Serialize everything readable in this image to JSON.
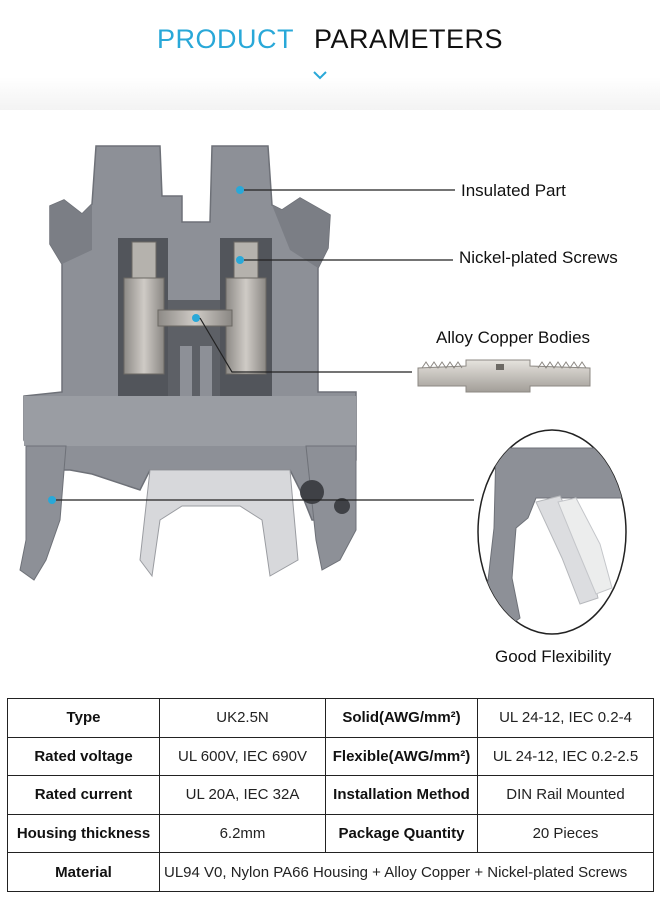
{
  "header": {
    "title_part1": "PRODUCT",
    "title_part2": "PARAMETERS",
    "chevron_icon": "chevron-down-icon",
    "accent_color": "#29a8d8"
  },
  "callouts": {
    "insulated": "Insulated Part",
    "screws": "Nickel-plated Screws",
    "alloy": "Alloy Copper Bodies",
    "flexibility": "Good Flexibility",
    "marker_color": "#29a8d8"
  },
  "specs": {
    "rows": [
      {
        "k1": "Type",
        "v1": "UK2.5N",
        "k2": "Solid(AWG/mm²)",
        "v2": "UL 24-12, IEC 0.2-4"
      },
      {
        "k1": "Rated voltage",
        "v1": "UL 600V, IEC 690V",
        "k2": "Flexible(AWG/mm²)",
        "v2": "UL 24-12, IEC 0.2-2.5"
      },
      {
        "k1": "Rated current",
        "v1": "UL 20A, IEC 32A",
        "k2": "Installation Method",
        "v2": "DIN Rail Mounted"
      },
      {
        "k1": "Housing thickness",
        "v1": "6.2mm",
        "k2": "Package Quantity",
        "v2": "20 Pieces"
      }
    ],
    "material_label": "Material",
    "material_value": "UL94 V0, Nylon PA66 Housing + Alloy Copper + Nickel-plated Screws"
  }
}
